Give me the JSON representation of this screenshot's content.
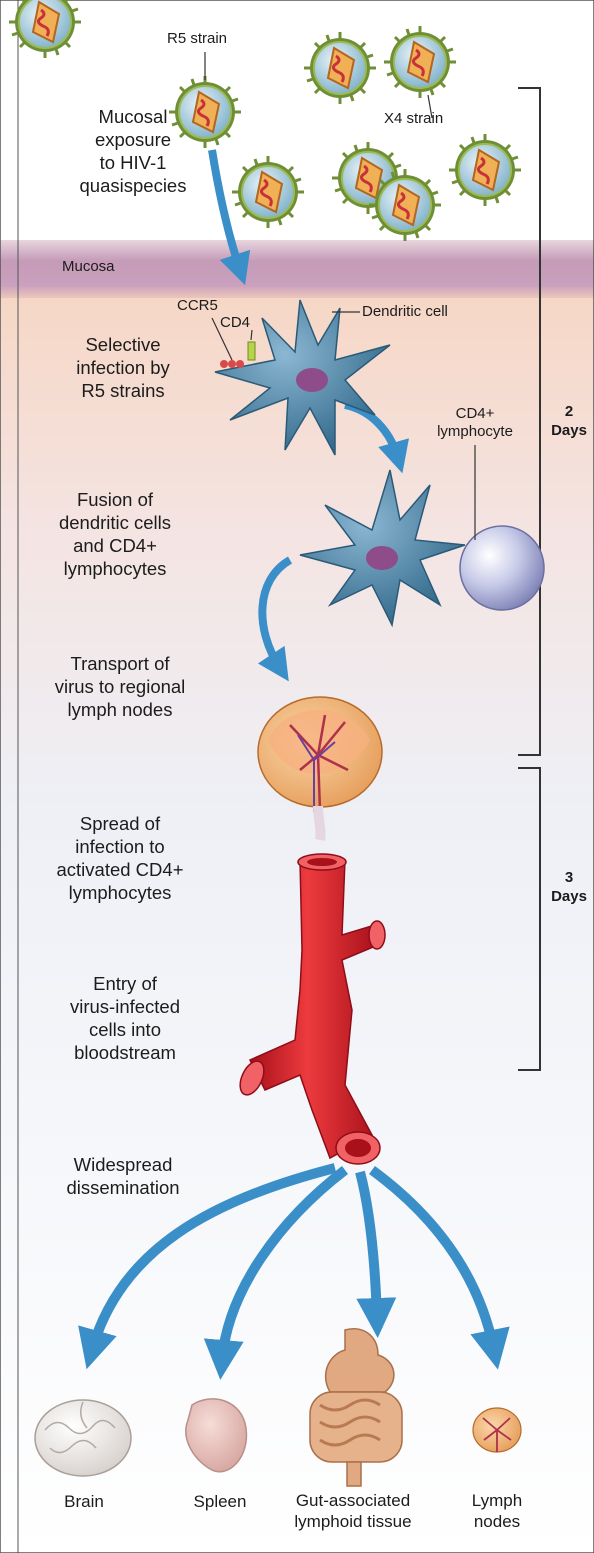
{
  "steps": {
    "mucosal_exposure": "Mucosal\nexposure\nto HIV-1\nquasispecies",
    "selective_infection": "Selective\ninfection by\nR5 strains",
    "fusion": "Fusion of\ndendritic cells\nand CD4+\nlymphocytes",
    "transport": "Transport of\nvirus to regional\nlymph nodes",
    "spread": "Spread of\ninfection to\nactivated CD4+\nlymphocytes",
    "entry": "Entry of\nvirus-infected\ncells into\nbloodstream",
    "dissemination": "Widespread\ndissemination"
  },
  "labels": {
    "r5_strain": "R5 strain",
    "x4_strain": "X4 strain",
    "mucosa": "Mucosa",
    "ccr5": "CCR5",
    "cd4": "CD4",
    "dendritic_cell": "Dendritic cell",
    "cd4_lymphocyte": "CD4+\nlymphocyte"
  },
  "durations": {
    "first": "2\nDays",
    "second": "3\nDays"
  },
  "organs": {
    "brain": "Brain",
    "spleen": "Spleen",
    "gut": "Gut-associated\nlymphoid tissue",
    "lymph_nodes": "Lymph\nnodes"
  },
  "colors": {
    "mucosa_band": "#c9a0bd",
    "skin_tissue": "#f3d2bf",
    "arrow_blue": "#3a8fc9",
    "dendritic_cell": "#4d86a8",
    "vessel_red": "#d8202a",
    "virus_envelope": "#7fa041"
  }
}
